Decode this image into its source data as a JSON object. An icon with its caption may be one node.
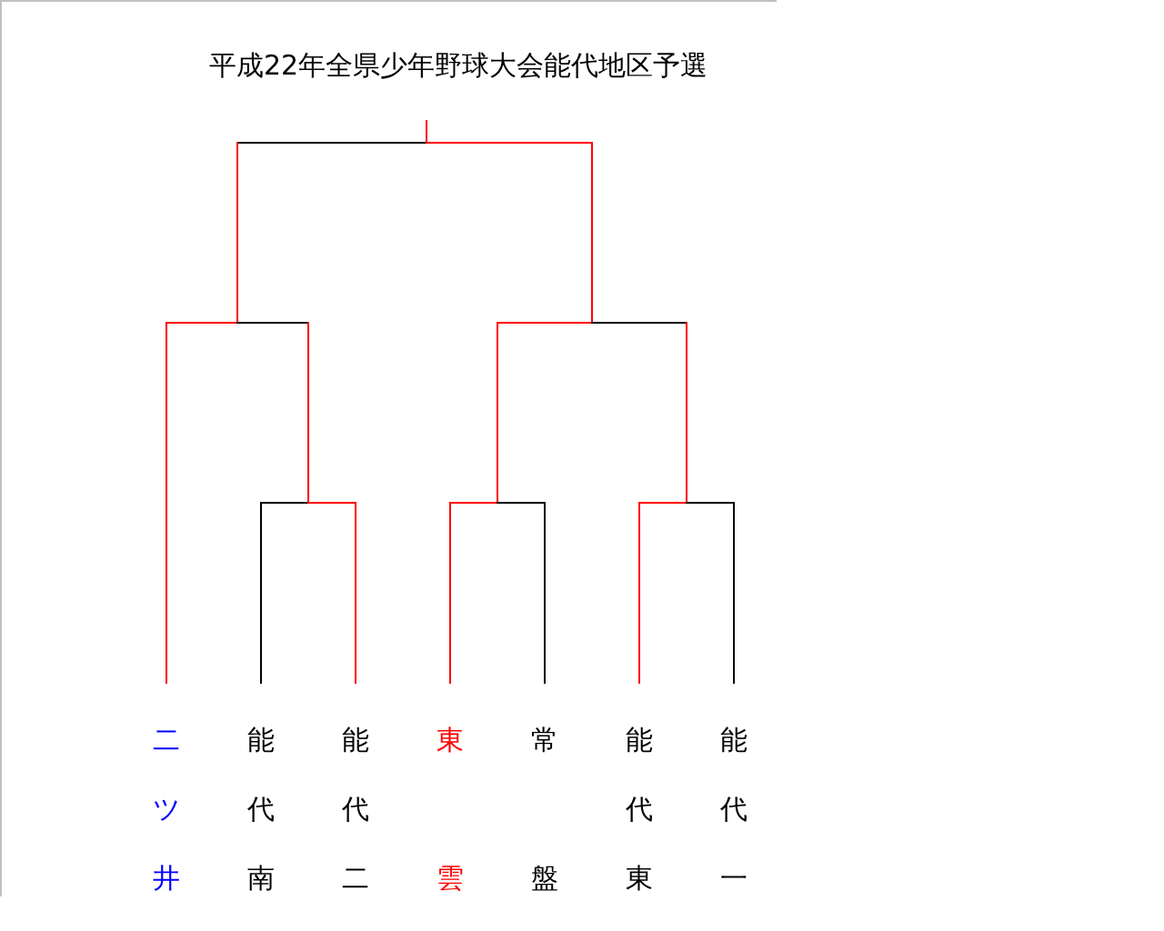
{
  "diagram": {
    "title": "平成22年全県少年野球大会能代地区予選",
    "nodes": [
      {
        "text": [
          "二ツ井"
        ]
      },
      {
        "text": [
          "能代南"
        ]
      },
      {
        "text": [
          "能代二"
        ]
      },
      {
        "text": [
          "東雲"
        ]
      },
      {
        "text": [
          "常盤"
        ]
      },
      {
        "text": [
          "能代東"
        ]
      },
      {
        "text": [
          "能代一"
        ]
      }
    ]
  }
}
